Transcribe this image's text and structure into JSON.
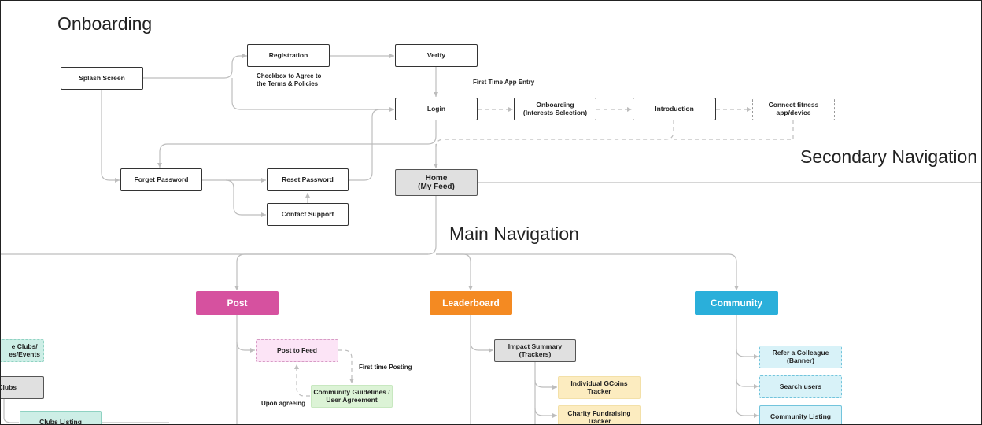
{
  "sections": {
    "onboarding": "Onboarding",
    "secondary_navigation": "Secondary Navigation",
    "main_navigation": "Main Navigation"
  },
  "nodes": {
    "splash": "Splash Screen",
    "registration": "Registration",
    "verify": "Verify",
    "login": "Login",
    "onboarding_interests": "Onboarding\n(Interests Selection)",
    "introduction": "Introduction",
    "connect_fitness": "Connect fitness\napp/device",
    "forget_password": "Forget Password",
    "reset_password": "Reset Password",
    "contact_support": "Contact Support",
    "home": "Home\n(My Feed)",
    "post_to_feed": "Post to Feed",
    "community_guidelines": "Community Guidelines /\nUser Agreement",
    "impact_summary": "Impact Summary\n(Trackers)",
    "gcoins_tracker": "Individual GCoins\nTracker",
    "charity_tracker": "Charity Fundraising\nTracker",
    "refer_colleague": "Refer a Colleague\n(Banner)",
    "search_users": "Search users",
    "community_listing": "Community Listing",
    "clubs_events_partial": "e Clubs/\nes/Events",
    "clubs_partial": "Clubs",
    "clubs_listing": "Clubs Listing"
  },
  "categories": {
    "post": "Post",
    "leaderboard": "Leaderboard",
    "community": "Community"
  },
  "notes": {
    "checkbox_terms": "Checkbox to Agree to\nthe Terms & Policies",
    "first_time_entry": "First Time App Entry",
    "first_time_posting": "First time Posting",
    "upon_agreeing": "Upon agreeing"
  },
  "colors": {
    "post": "#d6519f",
    "leaderboard": "#f48a22",
    "community": "#2aafda",
    "connector": "#bdbdbd"
  }
}
